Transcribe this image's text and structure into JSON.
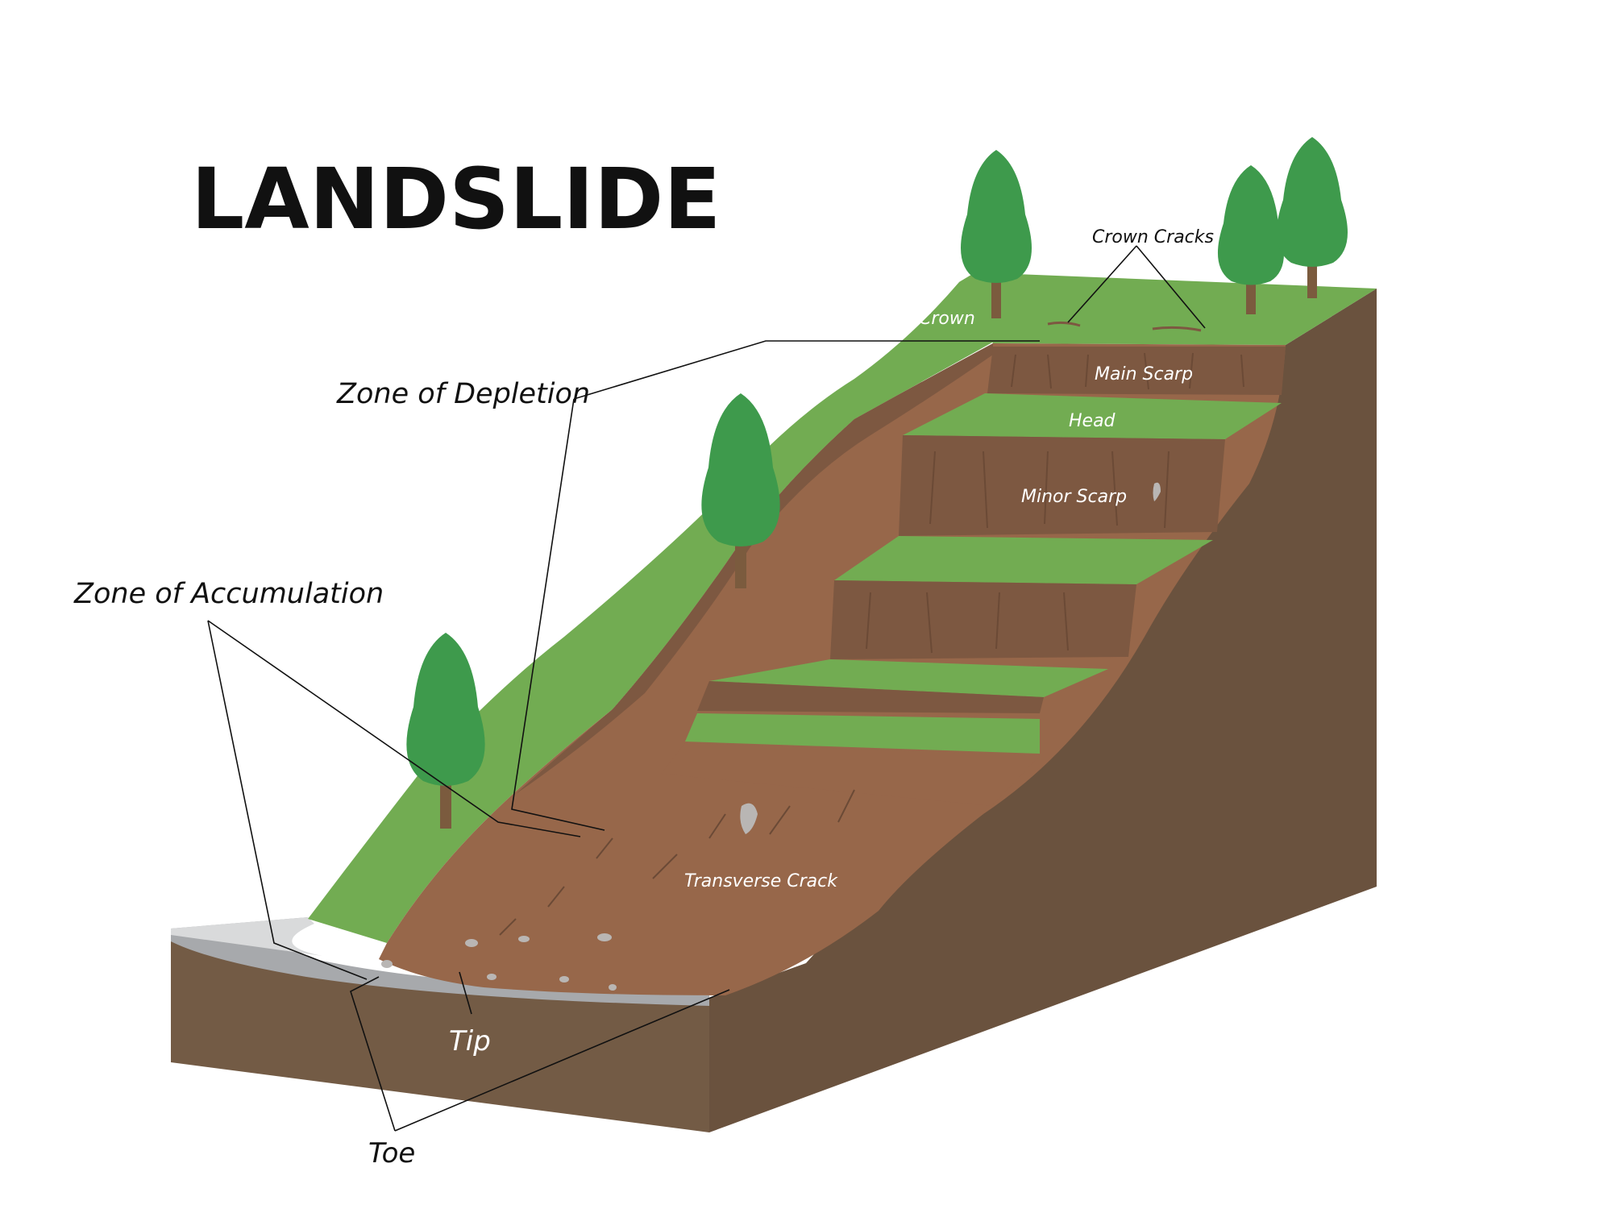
{
  "title": "LANDSLIDE",
  "labels": {
    "zone_of_depletion": "Zone of Depletion",
    "zone_of_accumulation": "Zone of Accumulation",
    "crown": "Crown",
    "crown_cracks": "Crown Cracks",
    "main_scarp": "Main Scarp",
    "head": "Head",
    "minor_scarp": "Minor Scarp",
    "transverse_crack": "Transverse Crack",
    "tip": "Tip",
    "toe": "Toe"
  },
  "colors": {
    "grass": "#72AC52",
    "grass_light": "#7DB55B",
    "earth_slide": "#97674A",
    "earth_dark": "#7D5841",
    "side_wall": "#6A523E",
    "base_soil": "#735B45",
    "road": "#A7A9AC",
    "road_edge": "#D9DADB",
    "tree_foliage": "#3E9A4C",
    "tree_trunk": "#7B5B3E",
    "label_dark": "#111111",
    "label_light": "#FFFFFF"
  }
}
